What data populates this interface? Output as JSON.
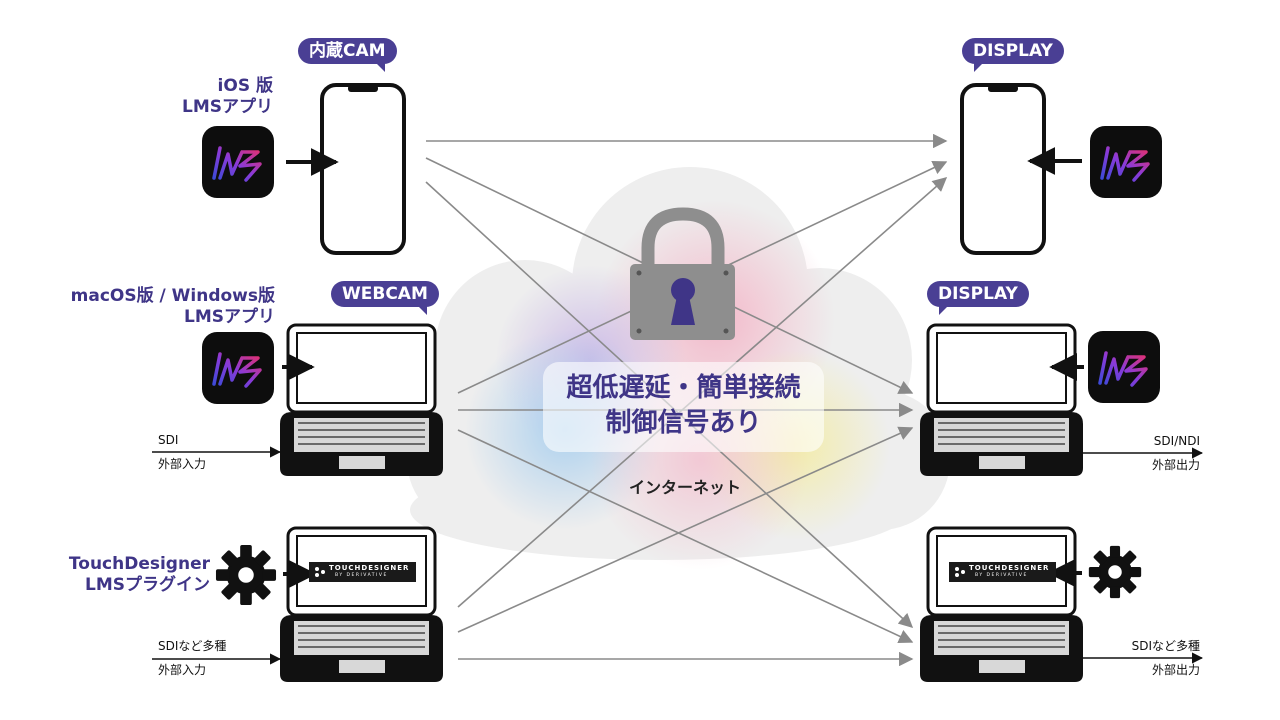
{
  "left": {
    "ios_label_line1": "iOS 版",
    "ios_label_line2": "LMSアプリ",
    "ios_bubble": "内蔵CAM",
    "desktop_label_line1": "macOS版 / Windows版",
    "desktop_label_line2": "LMSアプリ",
    "desktop_bubble": "WEBCAM",
    "desktop_input_line1": "SDI",
    "desktop_input_line2": "外部入力",
    "td_label_line1": "TouchDesigner",
    "td_label_line2": "LMSプラグイン",
    "td_input_line1": "SDIなど多種",
    "td_input_line2": "外部入力"
  },
  "right": {
    "phone_bubble": "DISPLAY",
    "laptop_bubble": "DISPLAY",
    "laptop_output_line1": "SDI/NDI",
    "laptop_output_line2": "外部出力",
    "td_output_line1": "SDIなど多種",
    "td_output_line2": "外部出力"
  },
  "center": {
    "headline_line1": "超低遅延・簡単接続",
    "headline_line2": "制御信号あり",
    "cloud_label": "インターネット"
  },
  "logos": {
    "app_icon": "lms-app-icon",
    "plugin_icon": "gear-icon",
    "td_logo_line1": "TOUCHDESIGNER",
    "td_logo_line2": "BY DERIVATIVE"
  },
  "colors": {
    "accent": "#4a3f94",
    "line": "#8a8a8a",
    "device": "#111111",
    "icon_bg": "#0d0d0d"
  }
}
